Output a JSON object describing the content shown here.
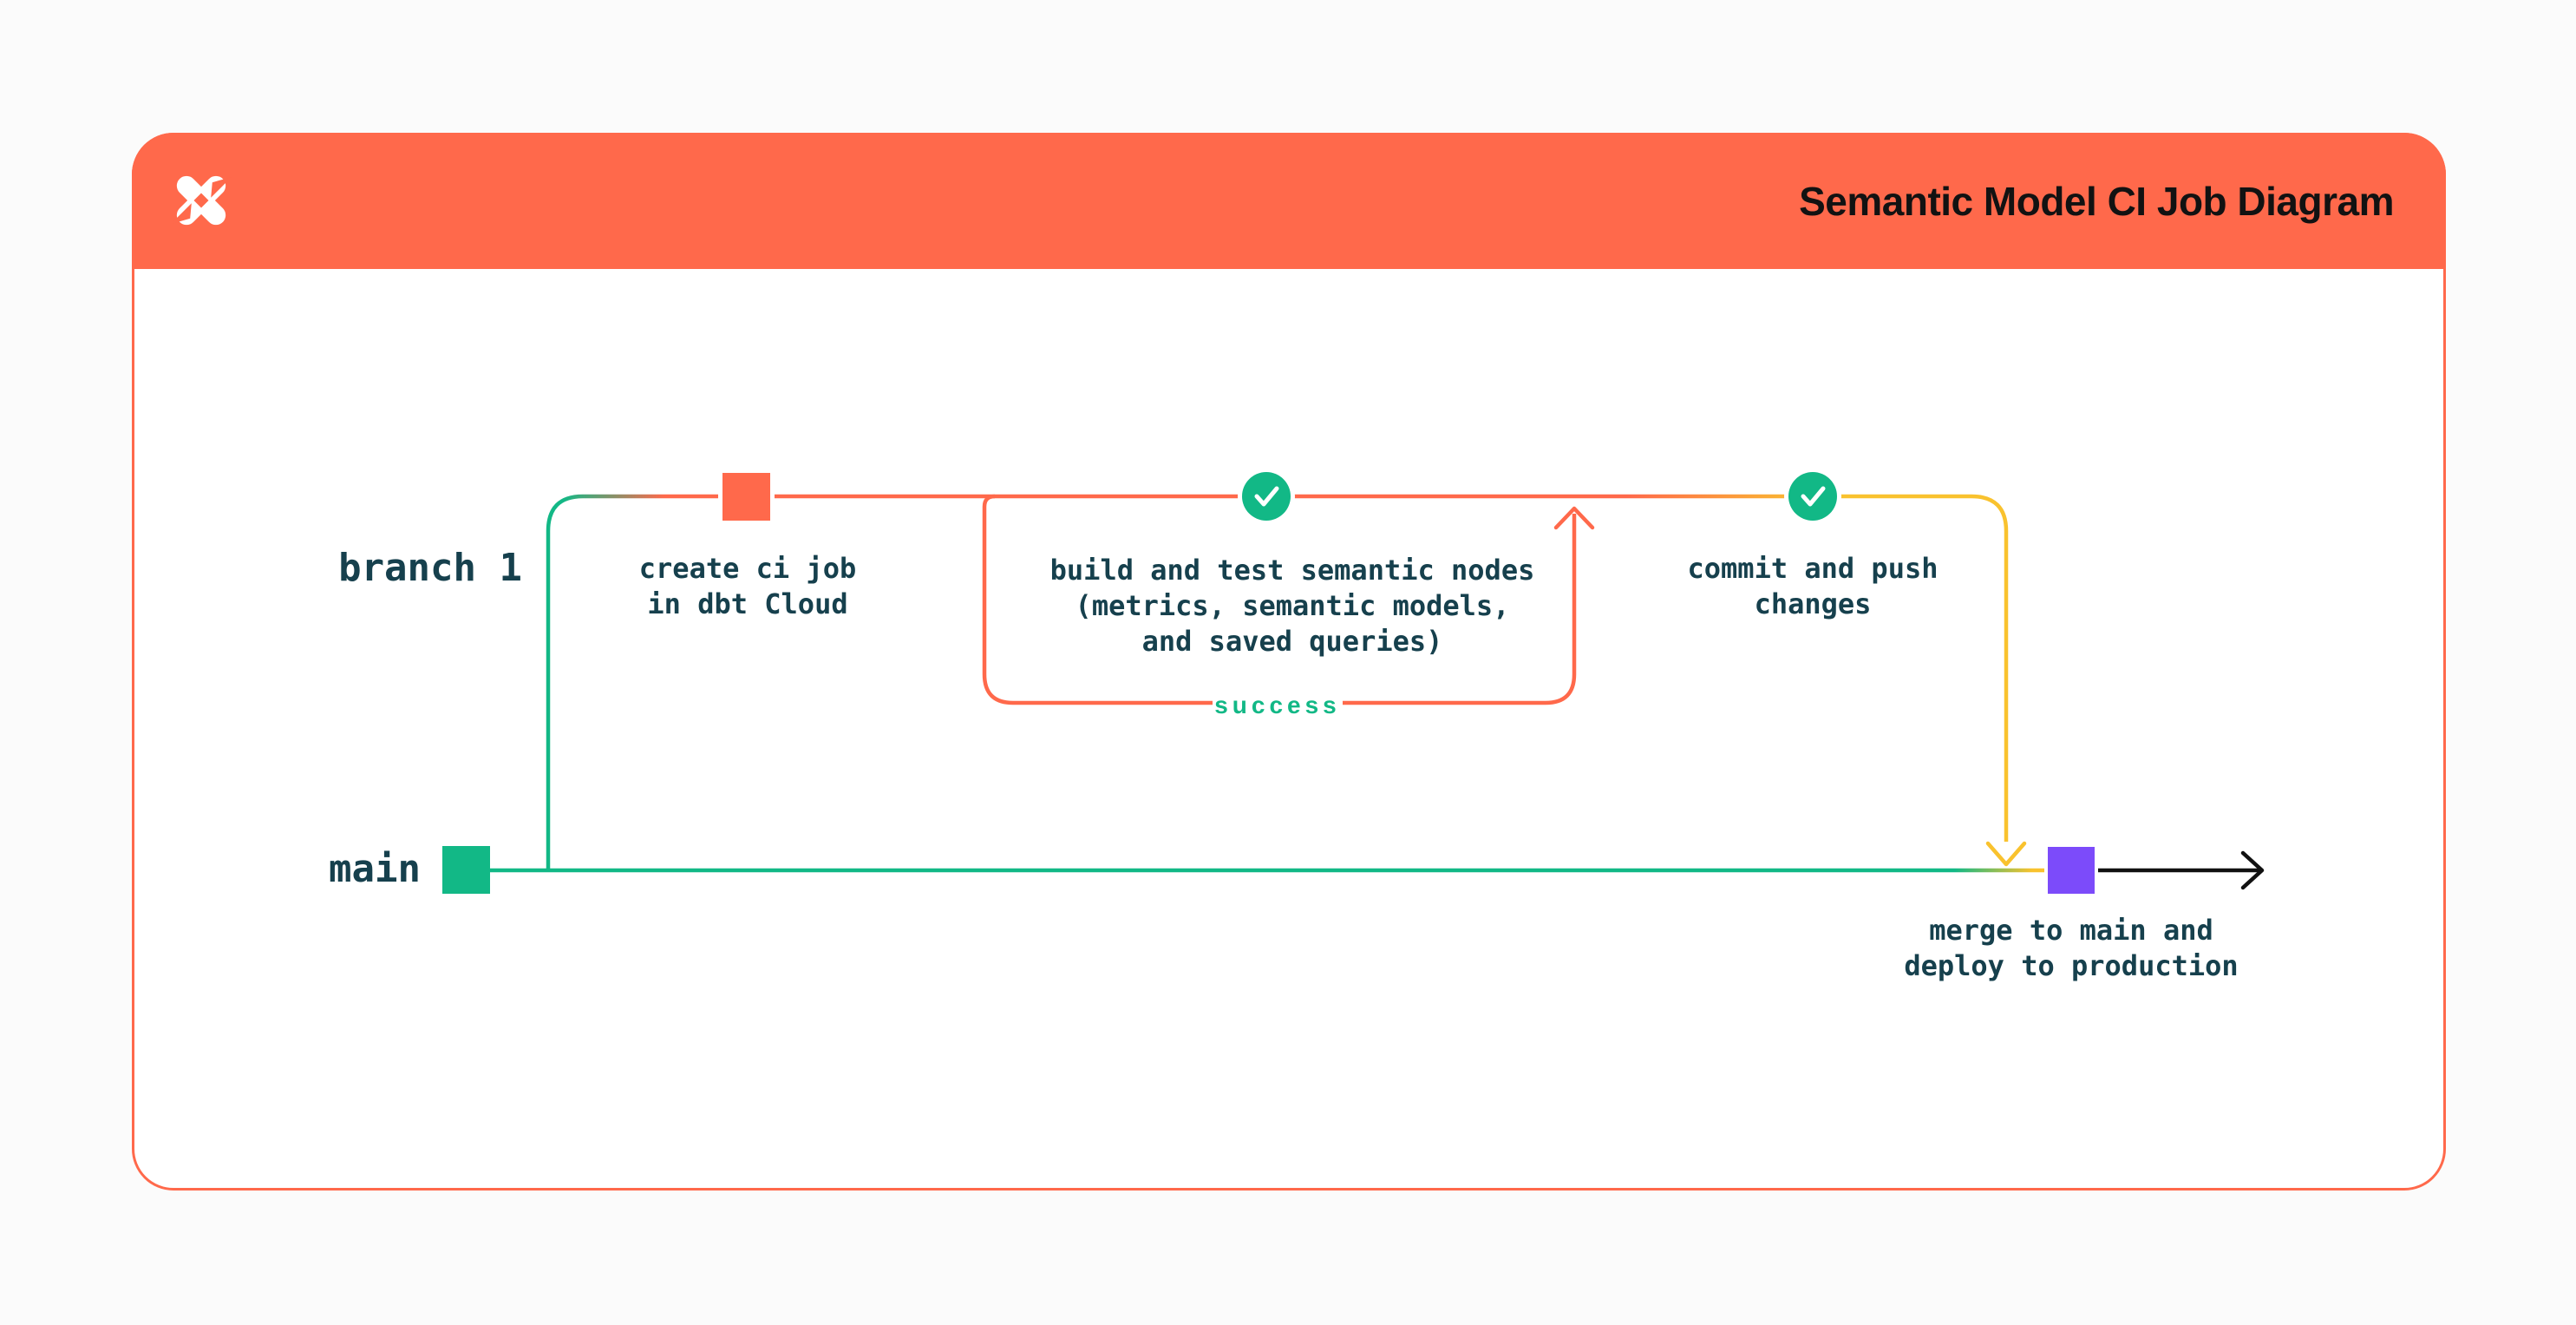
{
  "header": {
    "title": "Semantic Model CI Job Diagram",
    "logo": "dbt-logo"
  },
  "lanes": {
    "branch": "branch 1",
    "main": "main"
  },
  "steps": {
    "create_ci_job": {
      "label": "create ci job\nin dbt Cloud",
      "marker": "orange-commit-square"
    },
    "build_and_test": {
      "label": "build and test semantic nodes\n(metrics, semantic models,\nand saved queries)",
      "marker": "check-circle"
    },
    "commit_and_push": {
      "label": "commit and push\nchanges",
      "marker": "check-circle"
    },
    "merge_and_deploy": {
      "label": "merge to main and\ndeploy to production",
      "marker": "purple-merge-square"
    }
  },
  "loop": {
    "label": "success"
  },
  "icons": {
    "logo": "dbt-logo",
    "check": "check-icon",
    "loop_arrow": "arrow-up-icon",
    "branch_merge_arrow": "arrow-down-icon",
    "continue_arrow": "arrow-right-icon"
  },
  "colors": {
    "coral": "#FF694B",
    "green": "#12B886",
    "yellow": "#F9C22E",
    "purple": "#7C4BFA",
    "ink": "#16404D",
    "title": "#121212",
    "bg": "#FBFBFB",
    "card": "#FFFFFF"
  }
}
